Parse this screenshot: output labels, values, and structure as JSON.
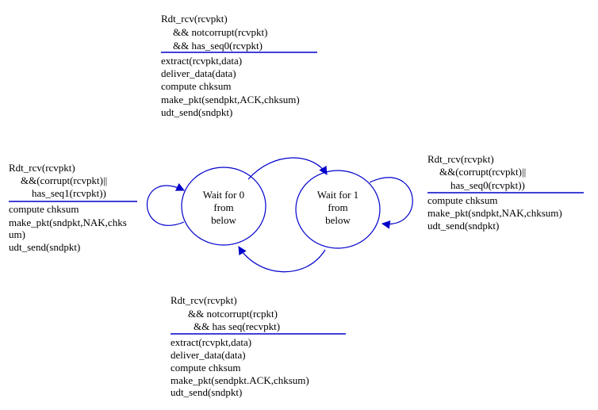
{
  "colors": {
    "line": "#0000cc",
    "text": "#000000",
    "background": "#ffffff"
  },
  "states": [
    {
      "id": "wait0",
      "lines": [
        "Wait for 0",
        "from",
        "below"
      ]
    },
    {
      "id": "wait1",
      "lines": [
        "Wait for 1",
        "from",
        "below"
      ]
    }
  ],
  "transitions": {
    "top": {
      "event": [
        "Rdt_rcv(rcvpkt)",
        "&& notcorrupt(rcvpkt)",
        "&& has_seq0(rcvpkt)"
      ],
      "actions": [
        "extract(rcvpkt,data)",
        "deliver_data(data)",
        "compute chksum",
        "make_pkt(sendpkt,ACK,chksum)",
        "udt_send(sndpkt)"
      ]
    },
    "left": {
      "event": [
        "Rdt_rcv(rcvpkt)",
        "&&(corrupt(rcvpkt)||",
        "has_seq1(rcvpkt))"
      ],
      "actions": [
        "compute chksum",
        "make_pkt(sndpkt,NAK,chks",
        "um)",
        "udt_send(sndpkt)"
      ]
    },
    "right": {
      "event": [
        "Rdt_rcv(rcvpkt)",
        "&&(corrupt(rcvpkt)||",
        "has_seq0(rcvpkt))"
      ],
      "actions": [
        "compute chksum",
        "make_pkt(sndpkt,NAK,chksum)",
        "udt_send(sndpkt)"
      ]
    },
    "bottom": {
      "event": [
        "Rdt_rcv(rcvpkt)",
        "&& notcorrupt(rcpkt)",
        "&& has seq(recvpkt)"
      ],
      "actions": [
        "extract(rcvpkt,data)",
        "deliver_data(data)",
        "compute chksum",
        "make_pkt(sendpkt.ACK,chksum)",
        "udt_send(sndpkt)"
      ]
    }
  }
}
